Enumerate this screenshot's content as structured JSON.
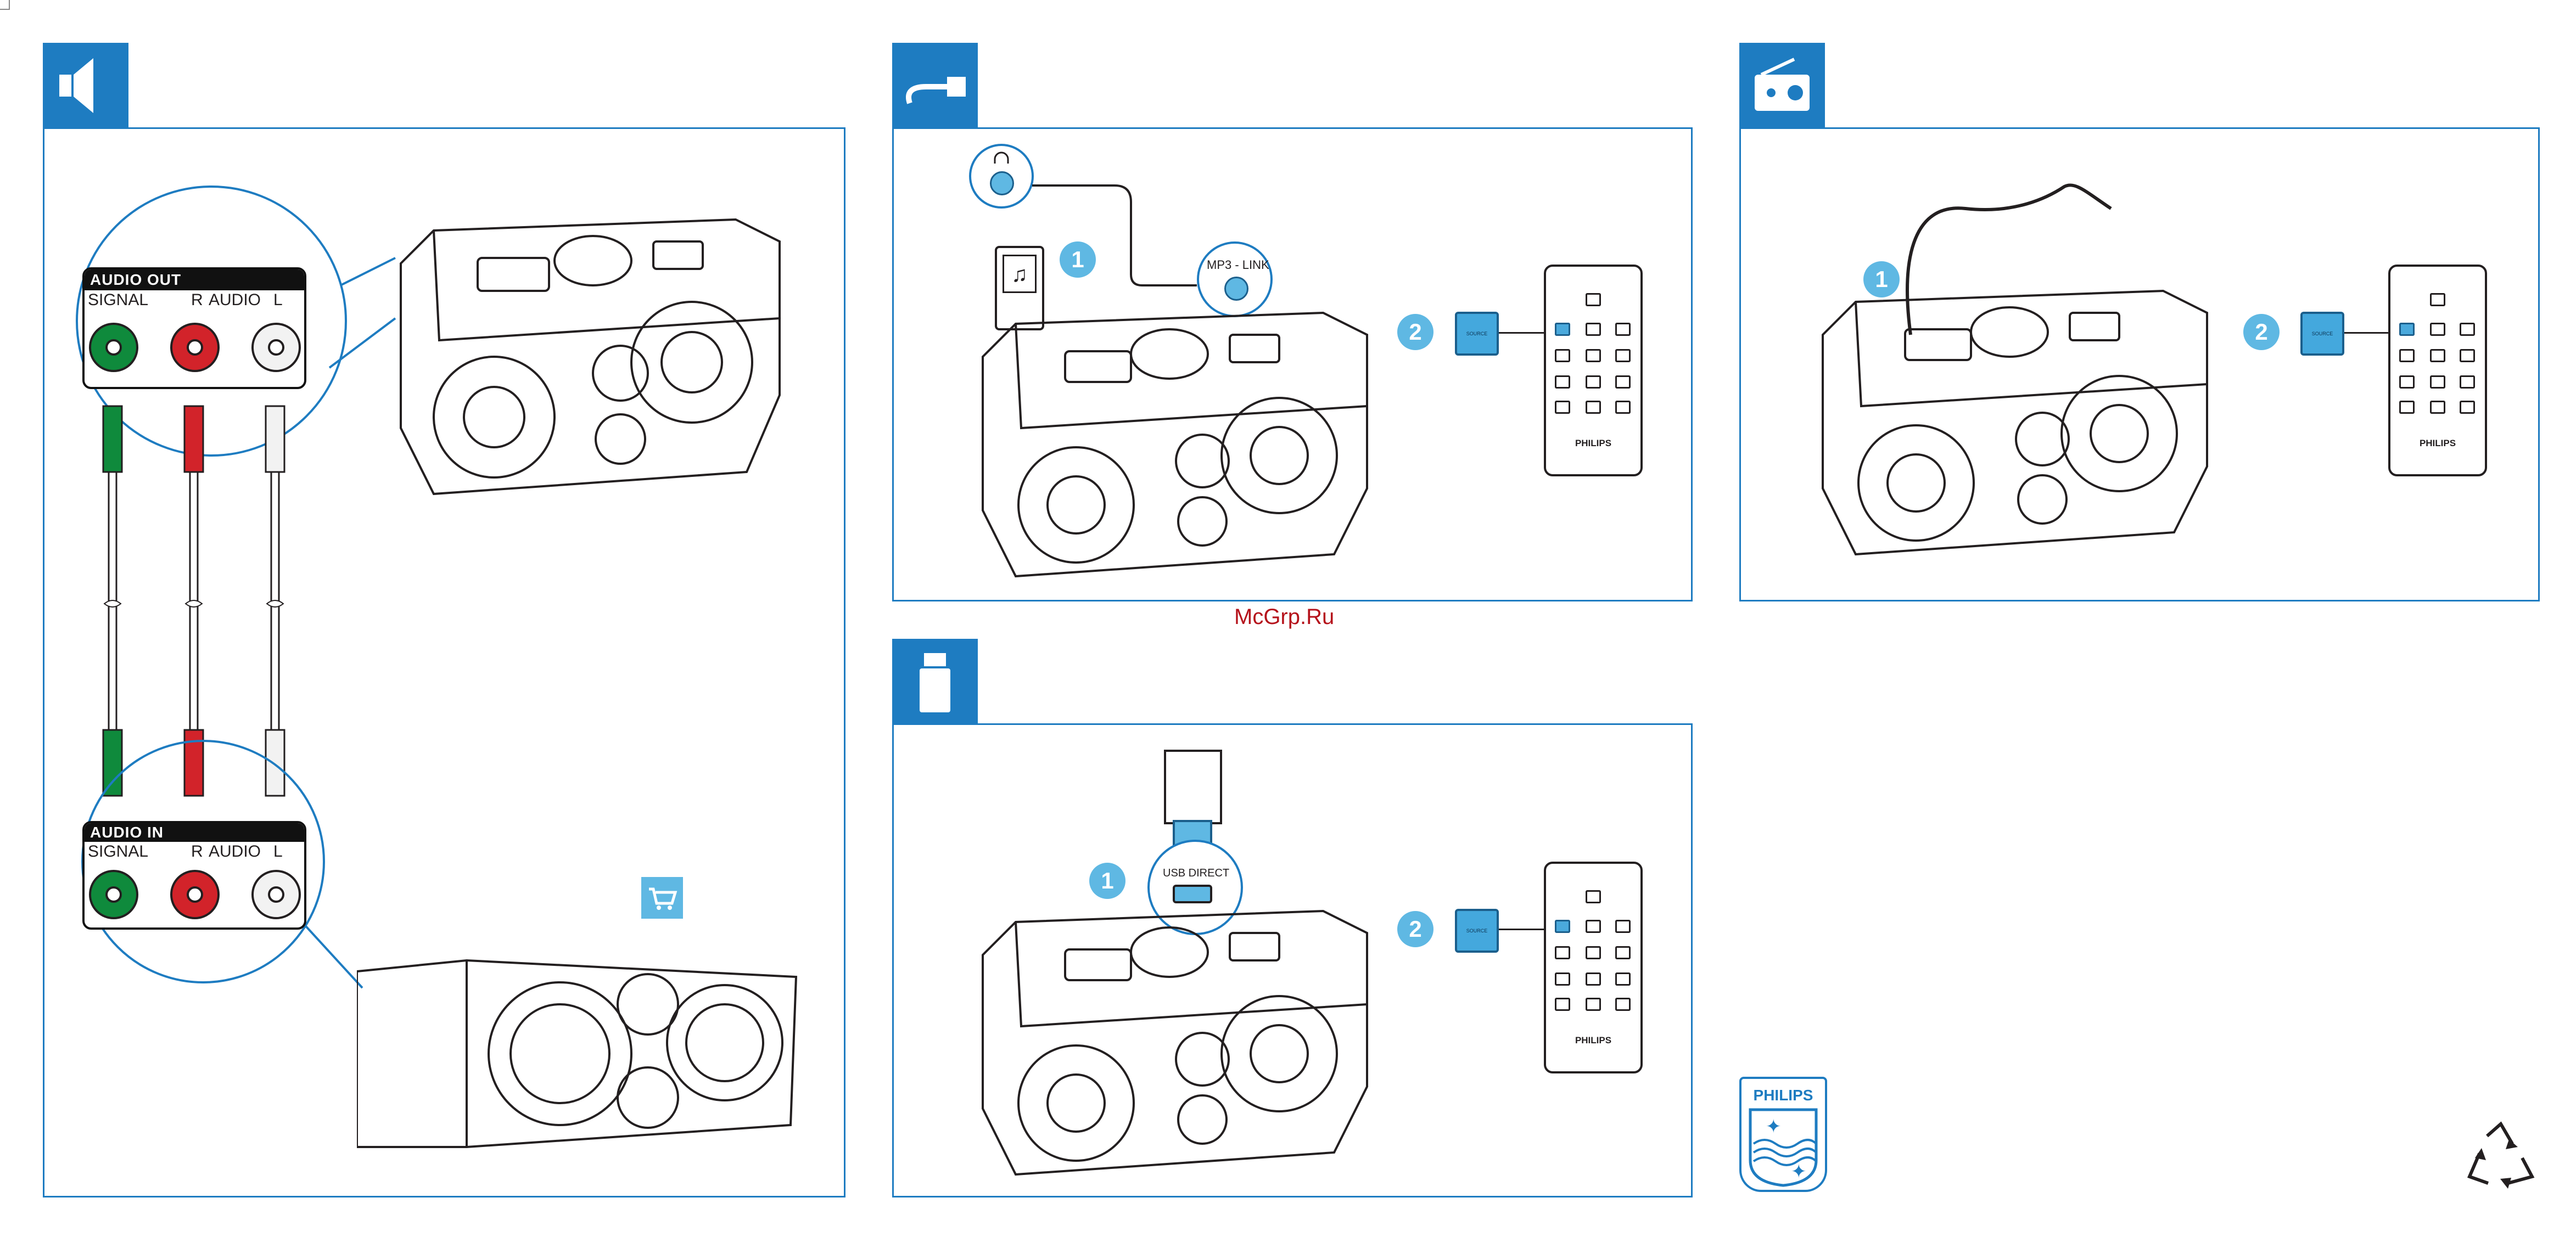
{
  "panels": {
    "audio": {
      "icon": "speaker-icon",
      "audio_out": {
        "title": "AUDIO OUT",
        "signal": "SIGNAL",
        "r": "R",
        "audio": "AUDIO",
        "l": "L"
      },
      "audio_in": {
        "title": "AUDIO IN",
        "signal": "SIGNAL",
        "r": "R",
        "audio": "AUDIO",
        "l": "L"
      },
      "shop_icon": "shopping-cart-icon"
    },
    "mp3": {
      "icon": "mp3-link-cable-icon",
      "headphone_icon": "headphone-icon",
      "mp3_link_label": "MP3 - LINK",
      "step1": "1",
      "step2": "2",
      "source_label": "SOURCE",
      "brand": "PHILIPS"
    },
    "radio": {
      "icon": "radio-icon",
      "step1": "1",
      "step2": "2",
      "source_label": "SOURCE",
      "brand": "PHILIPS"
    },
    "usb": {
      "icon": "usb-drive-icon",
      "usb_label": "USB DIRECT",
      "step1": "1",
      "step2": "2",
      "source_label": "SOURCE",
      "brand": "PHILIPS"
    }
  },
  "watermark": "McGrp.Ru",
  "footer": {
    "logo_text": "PHILIPS",
    "recycle_icon": "recycle-icon"
  },
  "colors": {
    "accent": "#1e7cc1",
    "step": "#5fb8e3",
    "green": "#0f8a3c",
    "red": "#d2232a",
    "white_jack": "#ffffff"
  }
}
